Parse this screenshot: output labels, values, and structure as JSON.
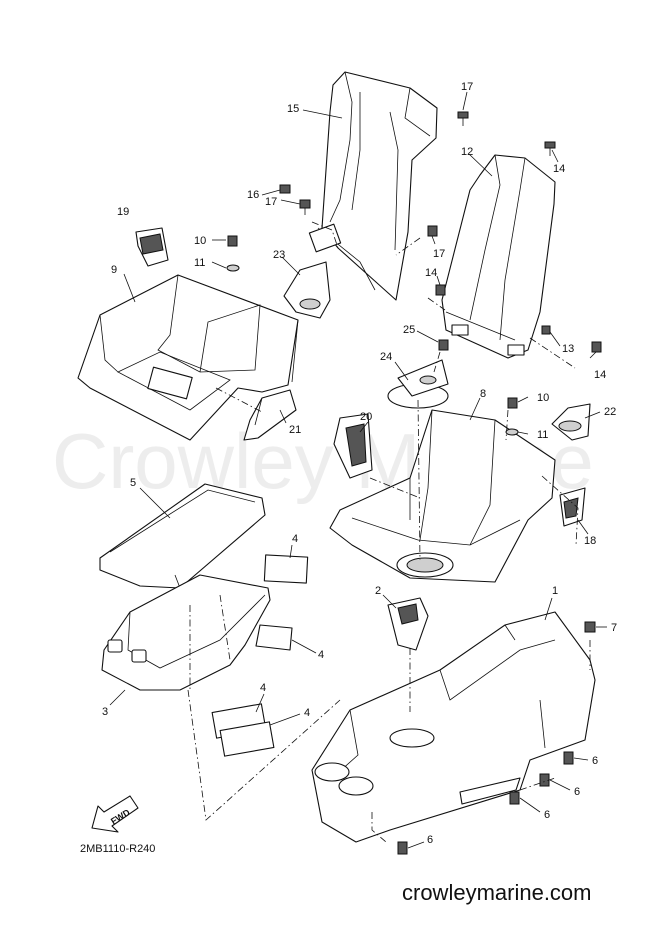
{
  "watermark": "Crowley Marine",
  "diagram_code": "2MB1110-R240",
  "website": "crowleymarine.com",
  "fwd_label": "FWD",
  "callouts": [
    "17",
    "15",
    "12",
    "14",
    "16",
    "17",
    "19",
    "10",
    "23",
    "17",
    "11",
    "9",
    "14",
    "25",
    "13",
    "14",
    "24",
    "10",
    "8",
    "22",
    "11",
    "20",
    "21",
    "5",
    "4",
    "18",
    "2",
    "1",
    "7",
    "4",
    "3",
    "4",
    "4",
    "6",
    "6",
    "6",
    "6"
  ]
}
